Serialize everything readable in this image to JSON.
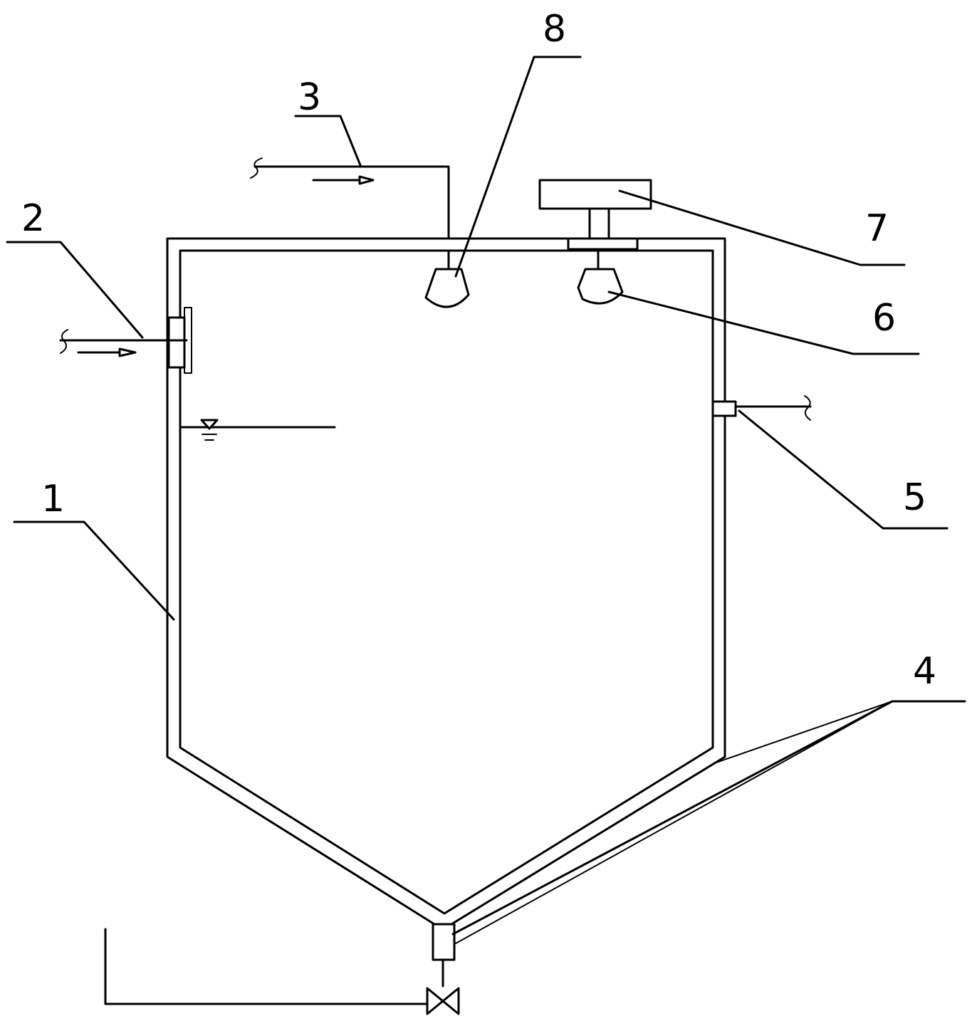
{
  "labels": {
    "tank_body": "1",
    "inlet_pipe": "2",
    "upper_outlet_pipe": "3",
    "bottom_drain": "4",
    "side_outlet": "5",
    "lower_impeller": "6",
    "motor": "7",
    "upper_impeller": "8"
  }
}
